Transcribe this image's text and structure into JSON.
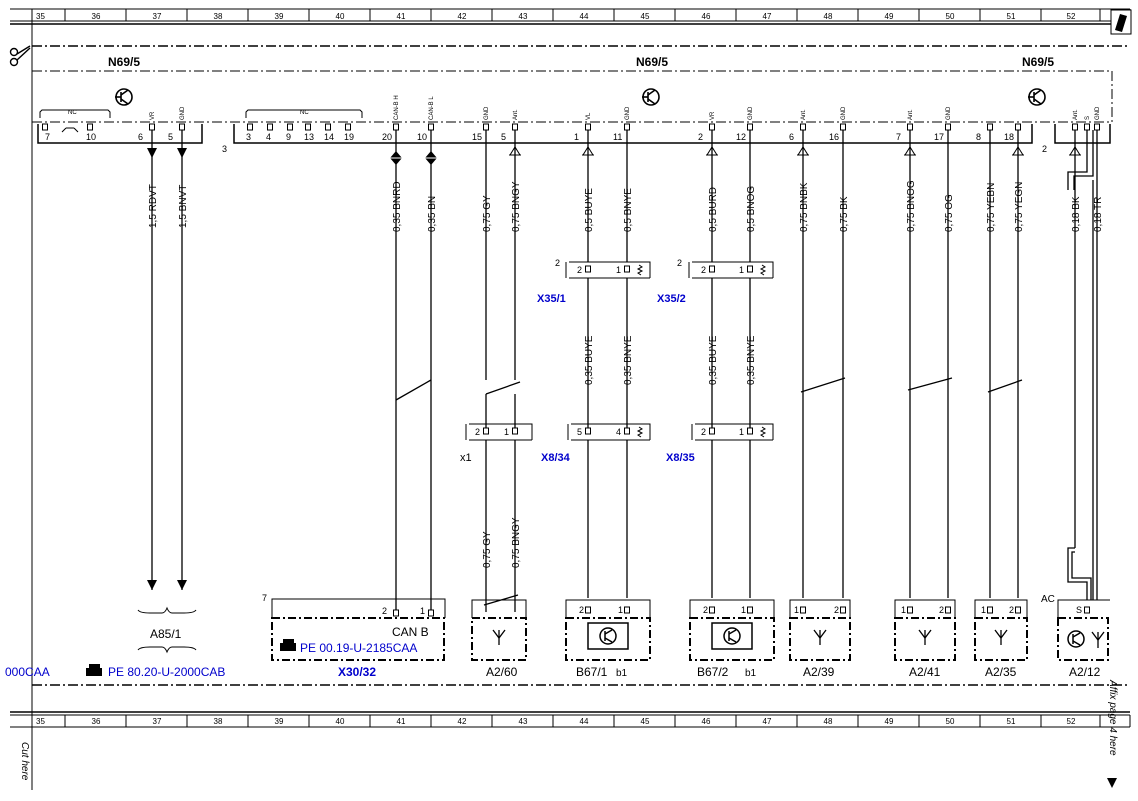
{
  "ruler": {
    "numbers": [
      "35",
      "36",
      "37",
      "38",
      "39",
      "40",
      "41",
      "42",
      "43",
      "44",
      "45",
      "46",
      "47",
      "48",
      "49",
      "50",
      "51",
      "52"
    ]
  },
  "module": {
    "name": "N69/5",
    "outer_pin": "3",
    "outer_pin_right": "2"
  },
  "nc_label": "NC",
  "pins": [
    {
      "id": "p7",
      "num": "7"
    },
    {
      "id": "p10a",
      "num": "10"
    },
    {
      "id": "p6",
      "num": "6",
      "sig": "VR"
    },
    {
      "id": "p5a",
      "num": "5",
      "sig": "GND"
    },
    {
      "id": "p3",
      "num": "3"
    },
    {
      "id": "p4",
      "num": "4"
    },
    {
      "id": "p9",
      "num": "9"
    },
    {
      "id": "p13",
      "num": "13"
    },
    {
      "id": "p14",
      "num": "14"
    },
    {
      "id": "p19",
      "num": "19"
    },
    {
      "id": "p20",
      "num": "20",
      "sig": "CAN-B H"
    },
    {
      "id": "p10b",
      "num": "10",
      "sig": "CAN-B L"
    },
    {
      "id": "p15",
      "num": "15",
      "sig": "GND"
    },
    {
      "id": "p5b",
      "num": "5",
      "sig": "Ant."
    },
    {
      "id": "p1",
      "num": "1",
      "sig": "VL"
    },
    {
      "id": "p11",
      "num": "11",
      "sig": "GND"
    },
    {
      "id": "p2",
      "num": "2",
      "sig": "VR"
    },
    {
      "id": "p12",
      "num": "12",
      "sig": "GND"
    },
    {
      "id": "p6b",
      "num": "6",
      "sig": "Ant."
    },
    {
      "id": "p16",
      "num": "16",
      "sig": "GND"
    },
    {
      "id": "p7b",
      "num": "7",
      "sig": "Ant."
    },
    {
      "id": "p17",
      "num": "17",
      "sig": "GND"
    },
    {
      "id": "p8",
      "num": "8"
    },
    {
      "id": "p18",
      "num": "18"
    },
    {
      "id": "pAnt",
      "sig": "Ant."
    },
    {
      "id": "pS",
      "sig": "S"
    },
    {
      "id": "pGnd",
      "sig": "GND"
    }
  ],
  "wires": [
    {
      "id": "w1",
      "label": "1,5 RDVT"
    },
    {
      "id": "w2",
      "label": "1,5 BNVT"
    },
    {
      "id": "w3",
      "label": "0,35 BNRD"
    },
    {
      "id": "w4",
      "label": "0,35 BN"
    },
    {
      "id": "w5",
      "label": "0,75 GY"
    },
    {
      "id": "w6",
      "label": "0,75 BNGY"
    },
    {
      "id": "w7",
      "label": "0,5 BUYE"
    },
    {
      "id": "w8",
      "label": "0,5 BNYE"
    },
    {
      "id": "w9",
      "label": "0,5 BURD"
    },
    {
      "id": "w10",
      "label": "0,5 BNOG"
    },
    {
      "id": "w11",
      "label": "0,75 BNBK"
    },
    {
      "id": "w12",
      "label": "0,75 BK"
    },
    {
      "id": "w13",
      "label": "0,75 BNOG"
    },
    {
      "id": "w14",
      "label": "0,75 OG"
    },
    {
      "id": "w15",
      "label": "0,75 YEBN"
    },
    {
      "id": "w16",
      "label": "0,75 YEGN"
    },
    {
      "id": "w17",
      "label": "0,18 BK"
    },
    {
      "id": "w18",
      "label": "0,18 TR"
    },
    {
      "id": "w19",
      "label": "0,35 BUYE"
    },
    {
      "id": "w20",
      "label": "0,35 BNYE"
    },
    {
      "id": "w21",
      "label": "0,35 BUYE"
    },
    {
      "id": "w22",
      "label": "0,35 BNYE"
    },
    {
      "id": "w23",
      "label": "0,75 GY"
    },
    {
      "id": "w24",
      "label": "0,75 BNGY"
    }
  ],
  "connectors": {
    "x35_1": {
      "name": "X35/1",
      "outer": "2",
      "pin_left": "2",
      "pin_right": "1"
    },
    "x35_2": {
      "name": "X35/2",
      "outer": "2",
      "pin_left": "2",
      "pin_right": "1"
    },
    "x1": {
      "name": "x1",
      "pin_left": "2",
      "pin_right": "1"
    },
    "x8_34": {
      "name": "X8/34",
      "pin_left": "5",
      "pin_right": "4"
    },
    "x8_35": {
      "name": "X8/35",
      "pin_left": "2",
      "pin_right": "1"
    }
  },
  "components": {
    "a85_1": "A85/1",
    "x30_32": {
      "name": "X30/32",
      "pin": "7",
      "pin_left": "2",
      "pin_right": "1",
      "label": "CAN B",
      "ref": "PE 00.19-U-2185CAA"
    },
    "a2_60": "A2/60",
    "b67_1": {
      "name": "B67/1",
      "suffix": "b1",
      "pin_left": "2",
      "pin_right": "1"
    },
    "b67_2": {
      "name": "B67/2",
      "suffix": "b1",
      "pin_left": "2",
      "pin_right": "1"
    },
    "a2_39": {
      "name": "A2/39",
      "pin_left": "1",
      "pin_right": "2"
    },
    "a2_41": {
      "name": "A2/41",
      "pin_left": "1",
      "pin_right": "2"
    },
    "a2_35": {
      "name": "A2/35",
      "pin_left": "1",
      "pin_right": "2"
    },
    "a2_12": {
      "name": "A2/12",
      "prefix": "AC",
      "pin": "S"
    }
  },
  "refs": {
    "left_ref": "000CAA",
    "mid_ref": "PE 80.20-U-2000CAB"
  },
  "margin": {
    "cut_here": "Cut here",
    "affix": "Affix page 4 here"
  },
  "colors": {
    "line": "#000000",
    "ref_blue": "#0000cc"
  }
}
